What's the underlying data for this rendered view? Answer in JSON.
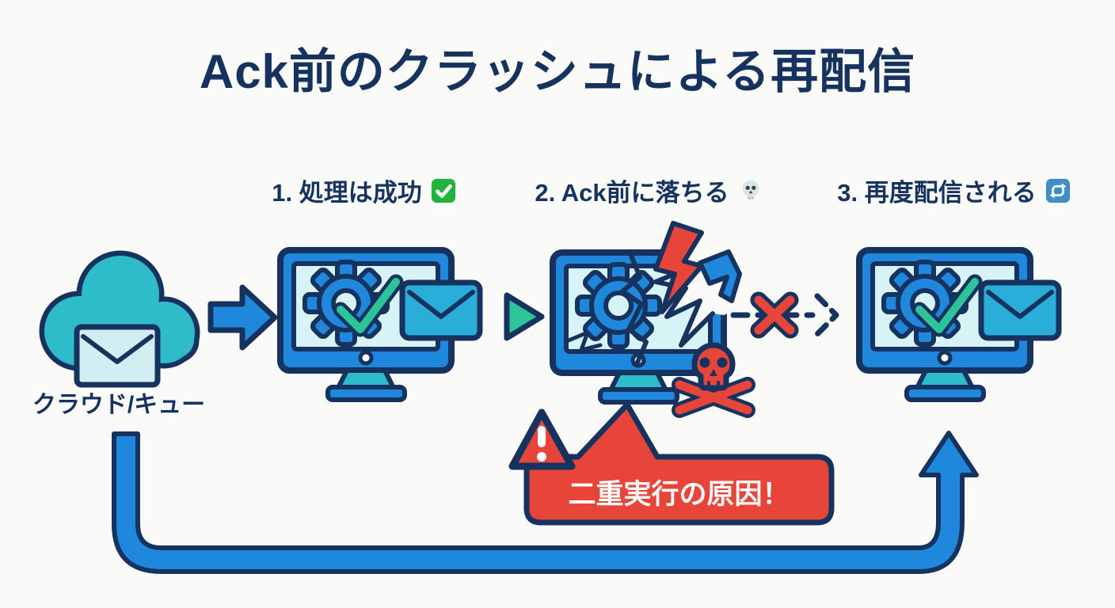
{
  "title": "Ack前のクラッシュによる再配信",
  "steps": [
    {
      "label": "1. 処理は成功",
      "icon": "check-mark-emoji"
    },
    {
      "label": "2. Ack前に落ちる",
      "icon": "skull-emoji"
    },
    {
      "label": "3. 再度配信される",
      "icon": "repeat-arrows-emoji"
    }
  ],
  "source": {
    "label": "クラウド/キュー",
    "icon": "cloud-with-envelope-icon"
  },
  "callout": {
    "text": "二重実行の原因！",
    "icon": "warning-triangle-icon"
  },
  "diagram_nodes": {
    "computer_1": "gear with green checkmark and outgoing mail",
    "computer_2": "crashed computer with lightning, cracked screen, skull and crossbones",
    "computer_3": "gear with green checkmark and redelivered mail"
  },
  "colors": {
    "navy": "#16335f",
    "blue": "#1f88dc",
    "teal": "#2fbcca",
    "envteal": "#2aaed9",
    "light": "#d8f3f6",
    "lightenv": "#d3eef3",
    "green": "#2ec49a",
    "red": "#e8453a",
    "bg": "#fafaf8"
  }
}
